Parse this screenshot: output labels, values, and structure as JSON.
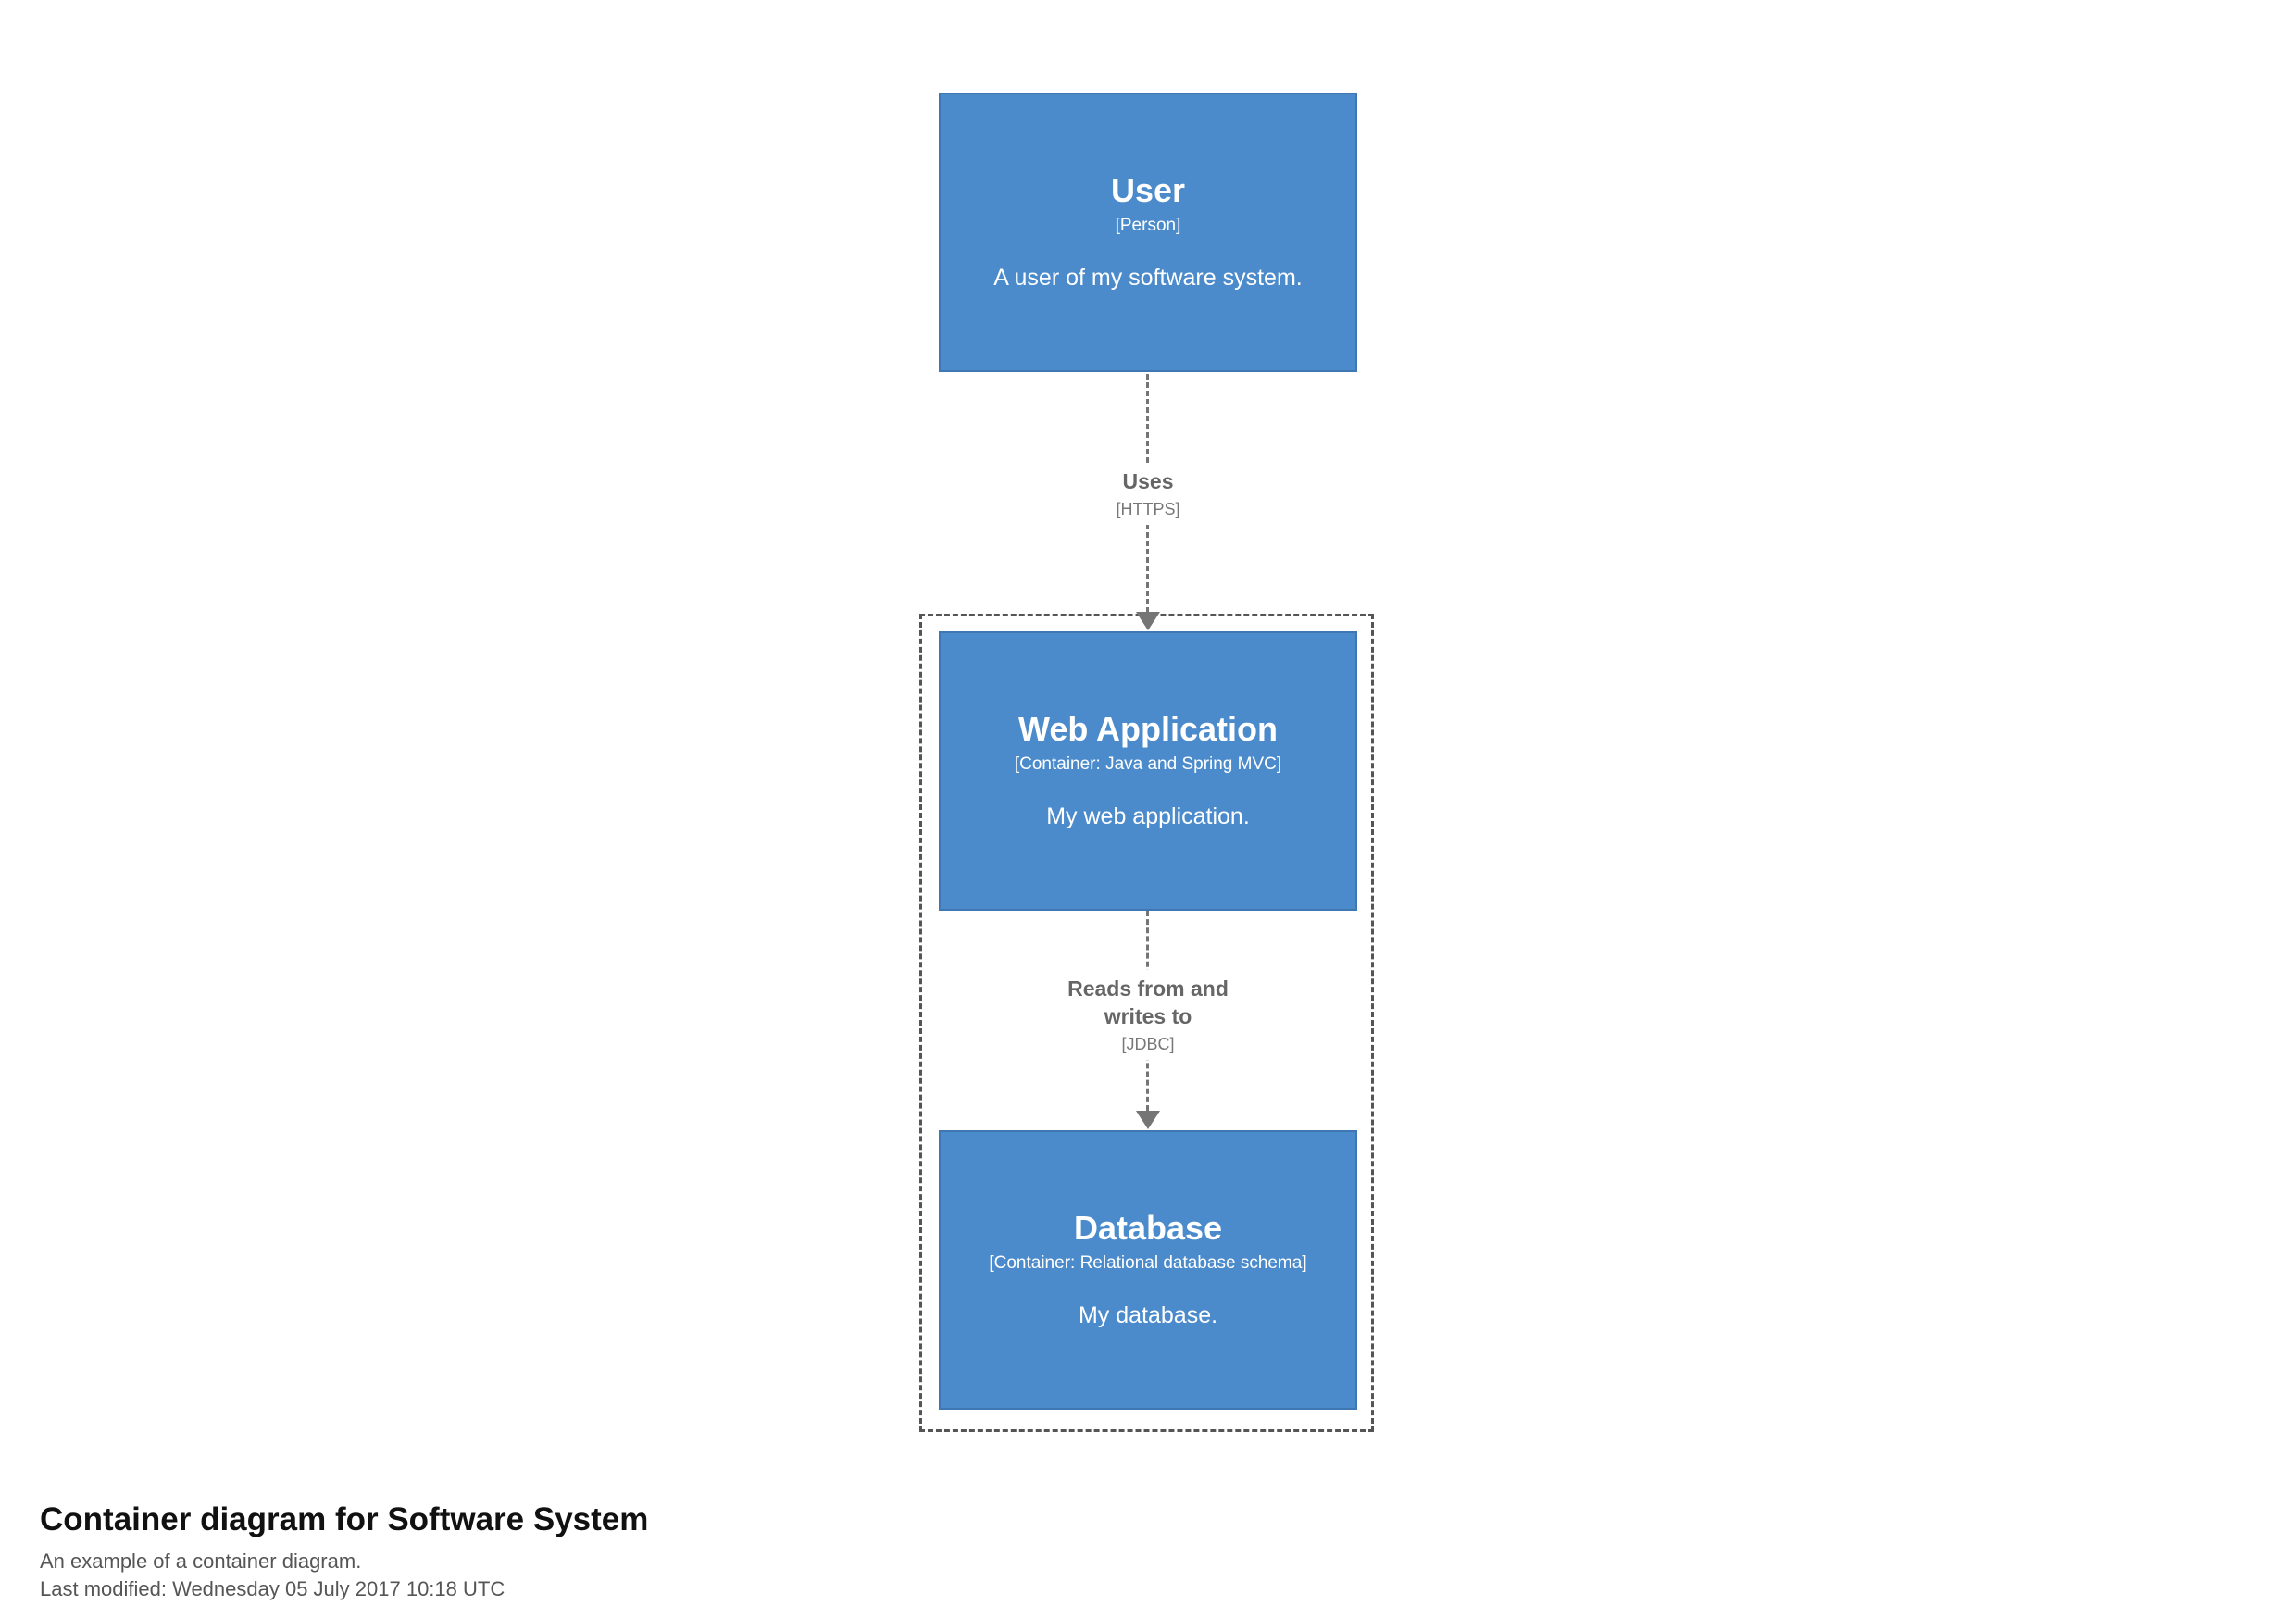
{
  "diagram": {
    "nodes": {
      "user": {
        "title": "User",
        "meta": "[Person]",
        "description": "A user of my software system."
      },
      "web_application": {
        "title": "Web Application",
        "meta": "[Container: Java and Spring MVC]",
        "description": "My web application."
      },
      "database": {
        "title": "Database",
        "meta": "[Container: Relational database schema]",
        "description": "My database."
      }
    },
    "relationships": {
      "uses": {
        "label": "Uses",
        "technology": "[HTTPS]"
      },
      "reads_writes": {
        "label": "Reads from and writes to",
        "technology": "[JDBC]"
      }
    },
    "footer": {
      "title": "Container diagram for Software System",
      "subtitle": "An example of a container diagram.",
      "last_modified": "Last modified: Wednesday 05 July 2017 10:18 UTC"
    },
    "colors": {
      "box_fill": "#4b8bcb",
      "box_border": "#3e77b2",
      "line": "#757575"
    }
  }
}
